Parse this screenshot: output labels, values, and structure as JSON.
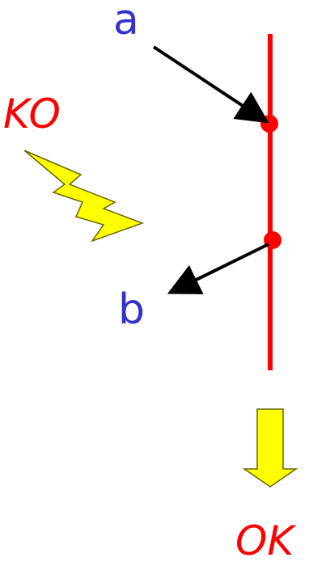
{
  "labels": {
    "point_a": "a",
    "point_b": "b",
    "ko": "KO",
    "ok": "OK"
  },
  "colors": {
    "line": "#ff0000",
    "label_ab": "#3333cc",
    "ko_ok": "#ff0000",
    "arrow": "#000000",
    "highlight_fill": "#ffff00",
    "highlight_stroke": "#666600"
  },
  "icons": {
    "lightning": "lightning-bolt-icon",
    "down_arrow": "down-arrow-icon"
  }
}
